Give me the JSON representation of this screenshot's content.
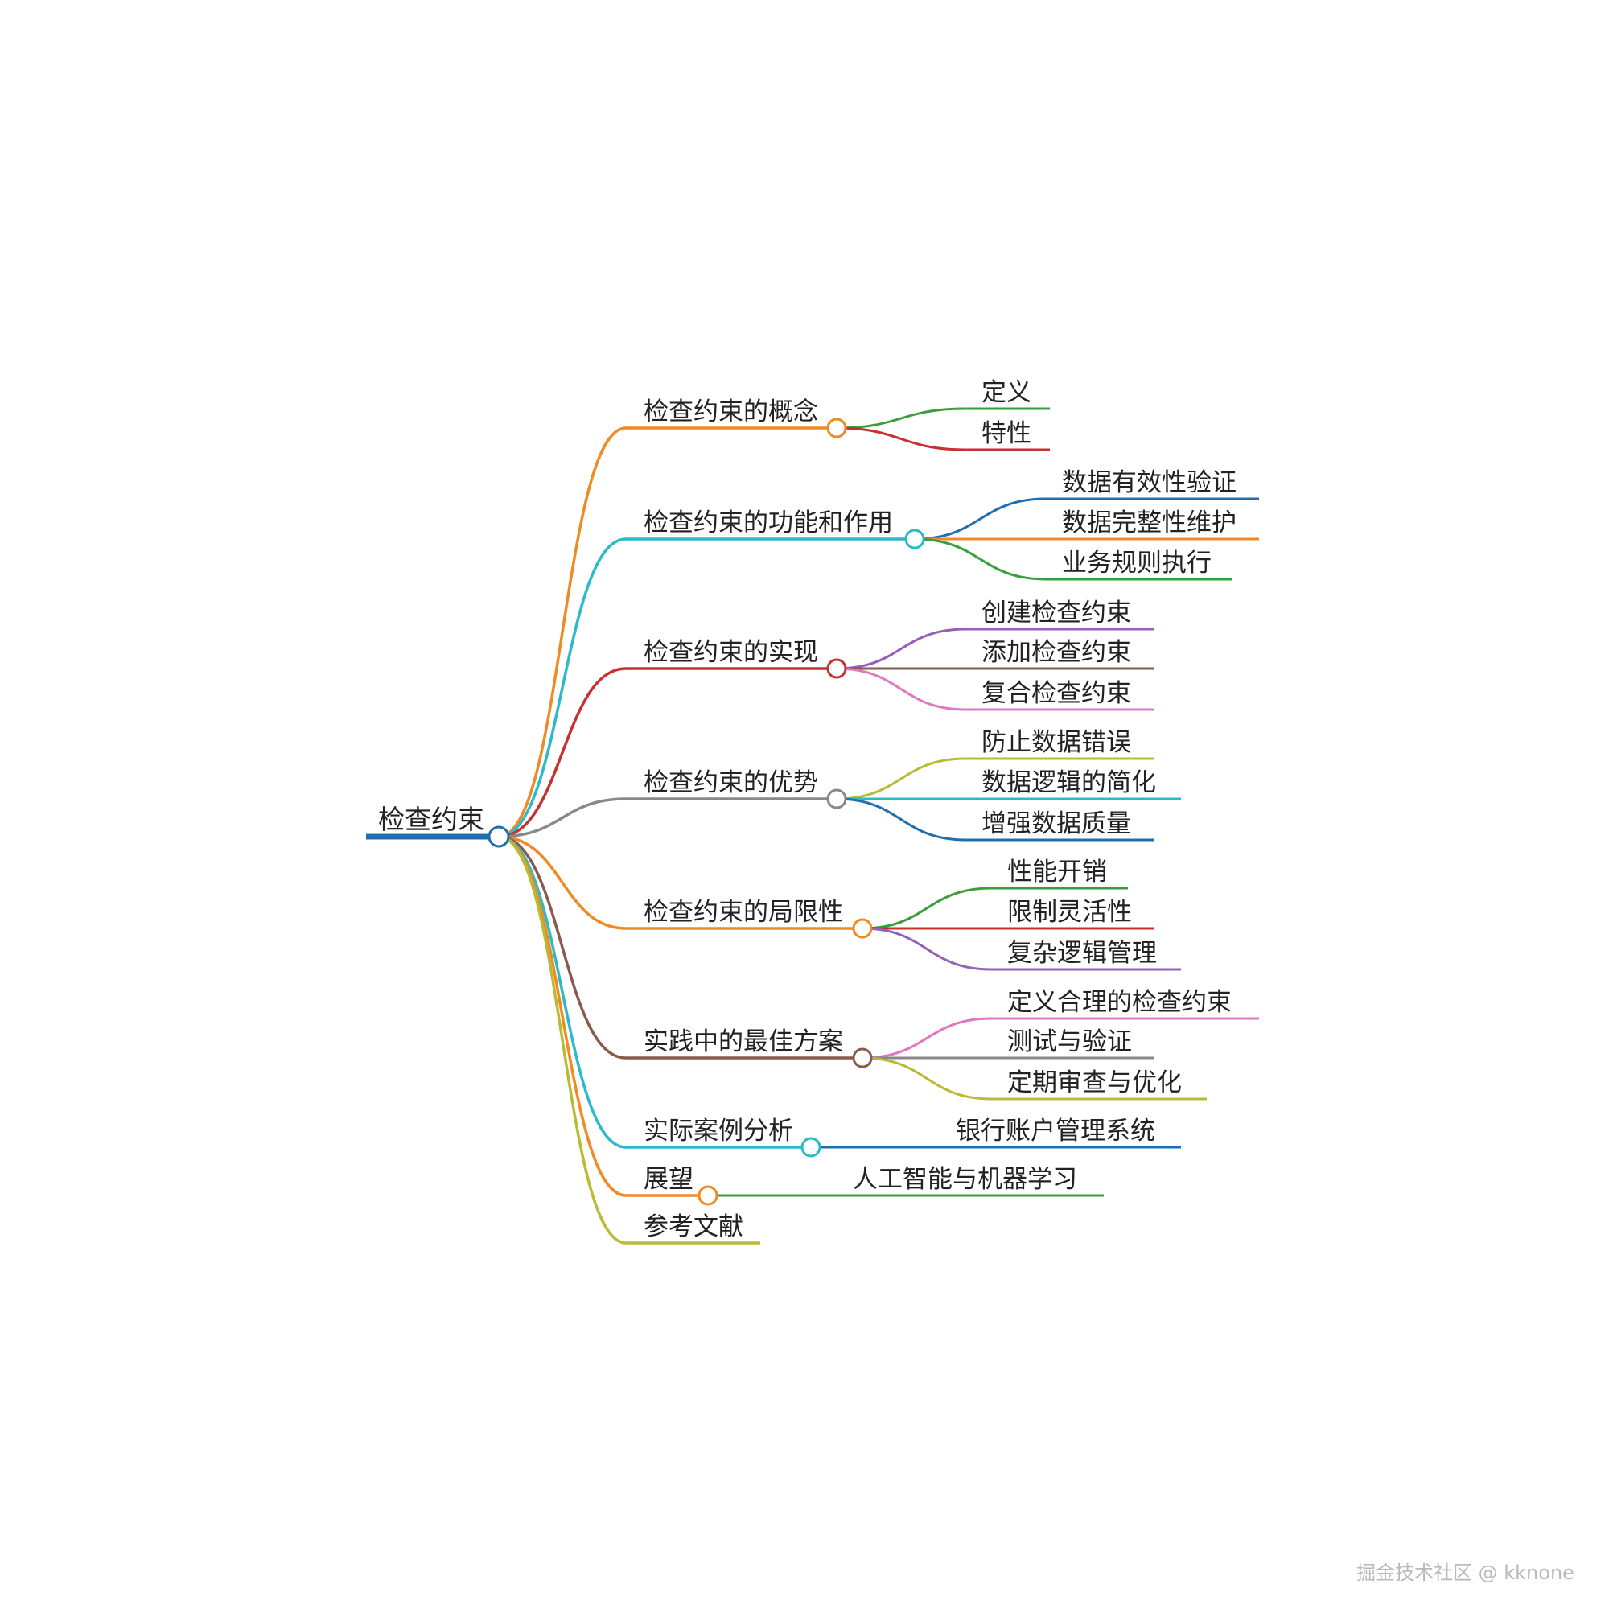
{
  "root": {
    "label": "检查约束",
    "color": "#1f6fb0"
  },
  "branches": [
    {
      "label": "检查约束的概念",
      "color": "#f08a24",
      "children": [
        {
          "label": "定义",
          "color": "#3a9f3a"
        },
        {
          "label": "特性",
          "color": "#c7302f"
        }
      ]
    },
    {
      "label": "检查约束的功能和作用",
      "color": "#2cbacb",
      "children": [
        {
          "label": "数据有效性验证",
          "color": "#1f6fb0"
        },
        {
          "label": "数据完整性维护",
          "color": "#f08a24"
        },
        {
          "label": "业务规则执行",
          "color": "#3a9f3a"
        }
      ]
    },
    {
      "label": "检查约束的实现",
      "color": "#c7302f",
      "children": [
        {
          "label": "创建检查约束",
          "color": "#9560b8"
        },
        {
          "label": "添加检查约束",
          "color": "#8a5a4e"
        },
        {
          "label": "复合检查约束",
          "color": "#df77c1"
        }
      ]
    },
    {
      "label": "检查约束的优势",
      "color": "#888888",
      "children": [
        {
          "label": "防止数据错误",
          "color": "#b8bb33"
        },
        {
          "label": "数据逻辑的简化",
          "color": "#2cbacb"
        },
        {
          "label": "增强数据质量",
          "color": "#1f6fb0"
        }
      ]
    },
    {
      "label": "检查约束的局限性",
      "color": "#f08a24",
      "children": [
        {
          "label": "性能开销",
          "color": "#3a9f3a"
        },
        {
          "label": "限制灵活性",
          "color": "#c7302f"
        },
        {
          "label": "复杂逻辑管理",
          "color": "#9560b8"
        }
      ]
    },
    {
      "label": "实践中的最佳方案",
      "color": "#8a5a4e",
      "children": [
        {
          "label": "定义合理的检查约束",
          "color": "#df77c1"
        },
        {
          "label": "测试与验证",
          "color": "#888888"
        },
        {
          "label": "定期审查与优化",
          "color": "#b8bb33"
        }
      ]
    },
    {
      "label": "实际案例分析",
      "color": "#2cbacb",
      "children": [
        {
          "label": "银行账户管理系统",
          "color": "#1f6fb0"
        }
      ]
    },
    {
      "label": "展望",
      "color": "#f08a24",
      "children": [
        {
          "label": "人工智能与机器学习",
          "color": "#3a9f3a"
        }
      ]
    },
    {
      "label": "参考文献",
      "color": "#b8bb33",
      "children": []
    }
  ],
  "watermark": "掘金技术社区 @ kknone"
}
